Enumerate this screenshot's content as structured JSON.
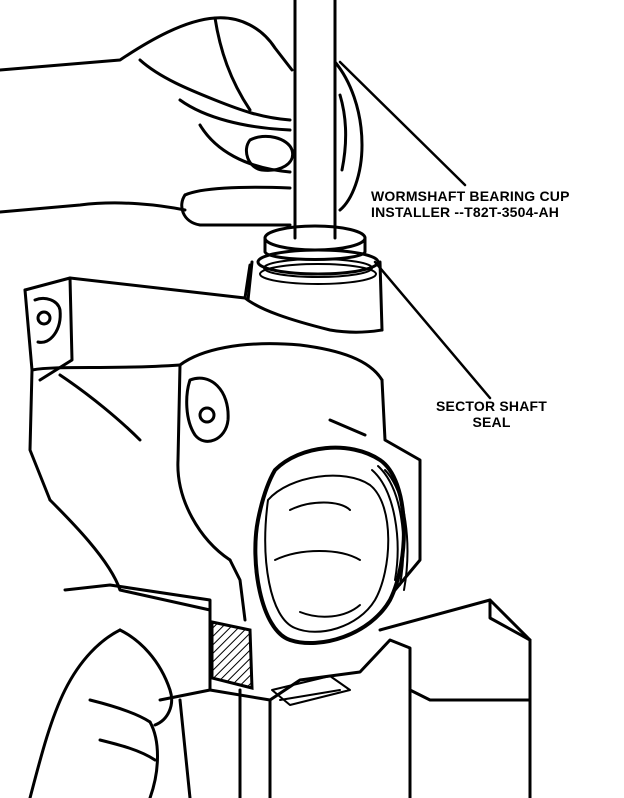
{
  "callouts": {
    "tool": {
      "line1": "WORMSHAFT BEARING CUP",
      "line2": "INSTALLER --T82T-3504-AH"
    },
    "seal": {
      "line1": "SECTOR SHAFT",
      "line2": "SEAL"
    }
  },
  "colors": {
    "ink": "#000000",
    "paper": "#ffffff"
  }
}
